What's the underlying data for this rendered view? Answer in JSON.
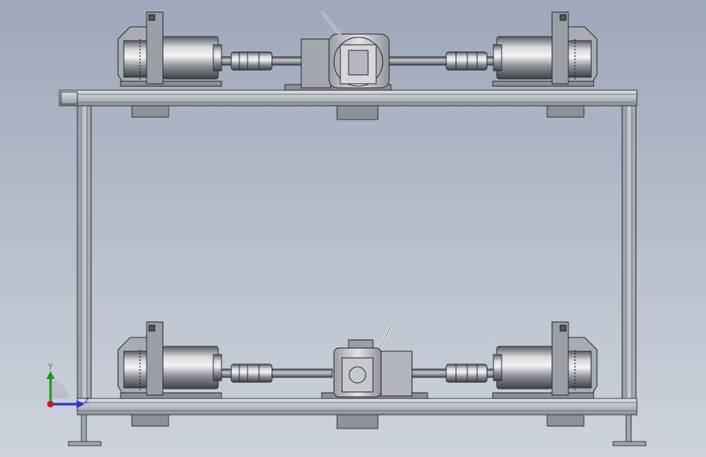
{
  "view": {
    "background_top": "#9ea8bb",
    "background_bottom": "#ced3dc"
  },
  "triad": {
    "y_label": "Y",
    "z_label": "Z",
    "y_color": "#1c9a1c",
    "z_color": "#2a36c9",
    "x_color": "#c81c1c"
  },
  "model": {
    "upper_assembly": {
      "left_motor": "motor",
      "right_motor": "motor",
      "gearbox": "gearbox",
      "shaft": "drive-shaft"
    },
    "lower_assembly": {
      "left_motor": "motor",
      "right_motor": "motor",
      "gearbox": "gearbox",
      "shaft": "drive-shaft"
    }
  }
}
